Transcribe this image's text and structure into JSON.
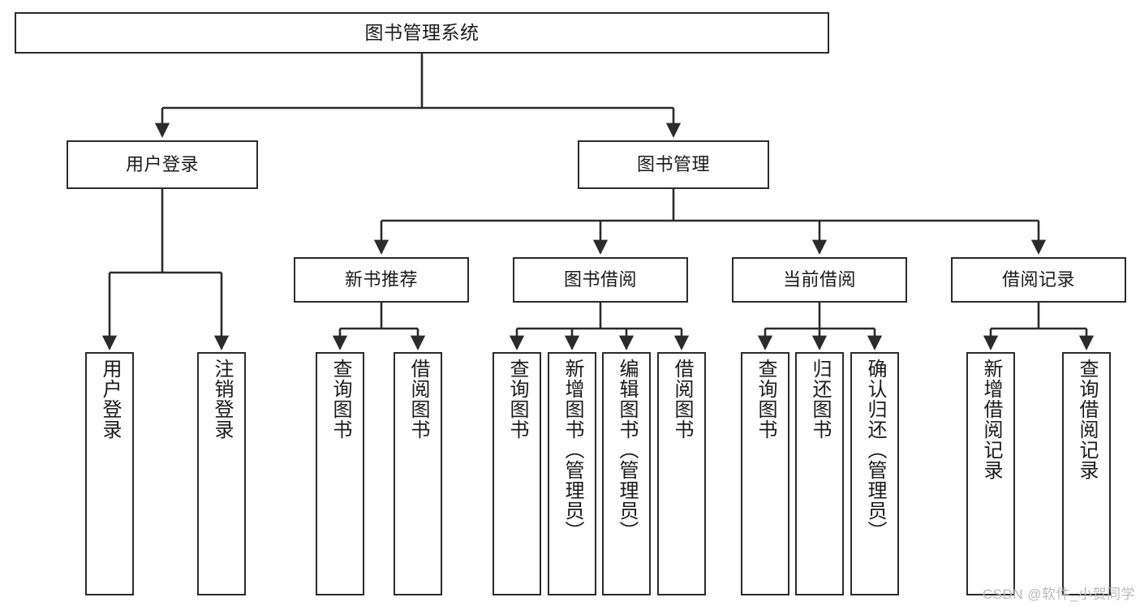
{
  "diagram": {
    "type": "tree",
    "title": "图书管理系统",
    "watermark": "CSDN @软件_小贺同学",
    "colors": {
      "box_stroke": "#2b2b2b",
      "box_fill": "#ffffff",
      "edge": "#2b2b2b",
      "text": "#1a1a1a",
      "watermark": "#b8b8b8"
    },
    "nodes": {
      "root": {
        "label": "图书管理系统",
        "level": 1
      },
      "user_login": {
        "label": "用户登录",
        "level": 2
      },
      "book_manage": {
        "label": "图书管理",
        "level": 2
      },
      "new_book_rec": {
        "label": "新书推荐",
        "level": 3
      },
      "book_borrow": {
        "label": "图书借阅",
        "level": 3
      },
      "current_borrow": {
        "label": "当前借阅",
        "level": 3
      },
      "borrow_record": {
        "label": "借阅记录",
        "level": 3
      },
      "leaf_01": {
        "label": "用户登录",
        "level": 4,
        "parent": "用户登录"
      },
      "leaf_02": {
        "label": "注销登录",
        "level": 4,
        "parent": "用户登录"
      },
      "leaf_03": {
        "label": "查询图书",
        "level": 4,
        "parent": "新书推荐"
      },
      "leaf_04": {
        "label": "借阅图书",
        "level": 4,
        "parent": "新书推荐"
      },
      "leaf_05": {
        "label": "查询图书",
        "level": 4,
        "parent": "图书借阅"
      },
      "leaf_06": {
        "label": "新增图书（管理员）",
        "level": 4,
        "parent": "图书借阅"
      },
      "leaf_07": {
        "label": "编辑图书（管理员）",
        "level": 4,
        "parent": "图书借阅"
      },
      "leaf_08": {
        "label": "借阅图书",
        "level": 4,
        "parent": "图书借阅"
      },
      "leaf_09": {
        "label": "查询图书",
        "level": 4,
        "parent": "当前借阅"
      },
      "leaf_10": {
        "label": "归还图书",
        "level": 4,
        "parent": "当前借阅"
      },
      "leaf_11": {
        "label": "确认归还（管理员）",
        "level": 4,
        "parent": "当前借阅"
      },
      "leaf_12": {
        "label": "新增借阅记录",
        "level": 4,
        "parent": "借阅记录"
      },
      "leaf_13": {
        "label": "查询借阅记录",
        "level": 4,
        "parent": "借阅记录"
      }
    }
  }
}
